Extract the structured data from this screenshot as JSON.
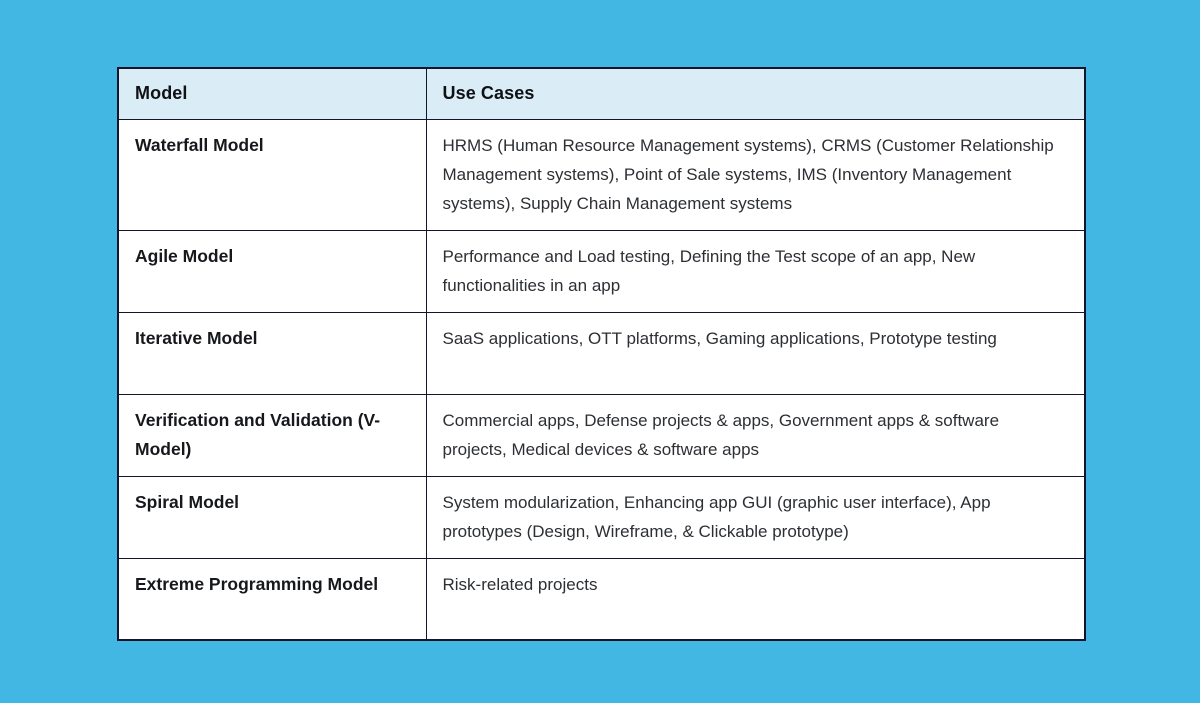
{
  "page": {
    "background_color": "#42B7E4"
  },
  "table": {
    "header_bg_color": "#DAECF6",
    "border_color": "#13162a",
    "cell_bg_color": "#ffffff",
    "headers": [
      "Model",
      "Use Cases"
    ],
    "rows": [
      {
        "model": "Waterfall Model",
        "use_cases": "HRMS (Human Resource Management systems), CRMS (Customer Relationship Management systems), Point of Sale systems, IMS (Inventory Management systems), Supply Chain Management systems"
      },
      {
        "model": "Agile Model",
        "use_cases": "Performance and Load testing, Defining the Test scope of an app, New functionalities in an app"
      },
      {
        "model": "Iterative Model",
        "use_cases": "SaaS applications, OTT platforms, Gaming applications, Prototype testing"
      },
      {
        "model": "Verification and Validation (V-Model)",
        "use_cases": "Commercial apps, Defense projects & apps, Government apps & software projects, Medical devices & software apps"
      },
      {
        "model": "Spiral Model",
        "use_cases": "System modularization, Enhancing app GUI (graphic user interface), App prototypes (Design, Wireframe, & Clickable prototype)"
      },
      {
        "model": "Extreme Programming Model",
        "use_cases": "Risk-related projects"
      }
    ]
  },
  "chart_data": {
    "type": "table",
    "title": "",
    "columns": [
      "Model",
      "Use Cases"
    ],
    "rows": [
      [
        "Waterfall Model",
        "HRMS (Human Resource Management systems), CRMS (Customer Relationship Management systems), Point of Sale systems, IMS (Inventory Management systems), Supply Chain Management systems"
      ],
      [
        "Agile Model",
        "Performance and Load testing, Defining the Test scope of an app, New functionalities in an app"
      ],
      [
        "Iterative Model",
        "SaaS applications, OTT platforms, Gaming applications, Prototype testing"
      ],
      [
        "Verification and Validation (V-Model)",
        "Commercial apps, Defense projects & apps, Government apps & software projects, Medical devices & software apps"
      ],
      [
        "Spiral Model",
        "System modularization, Enhancing app GUI (graphic user interface), App prototypes (Design, Wireframe, & Clickable prototype)"
      ],
      [
        "Extreme Programming Model",
        "Risk-related projects"
      ]
    ]
  }
}
